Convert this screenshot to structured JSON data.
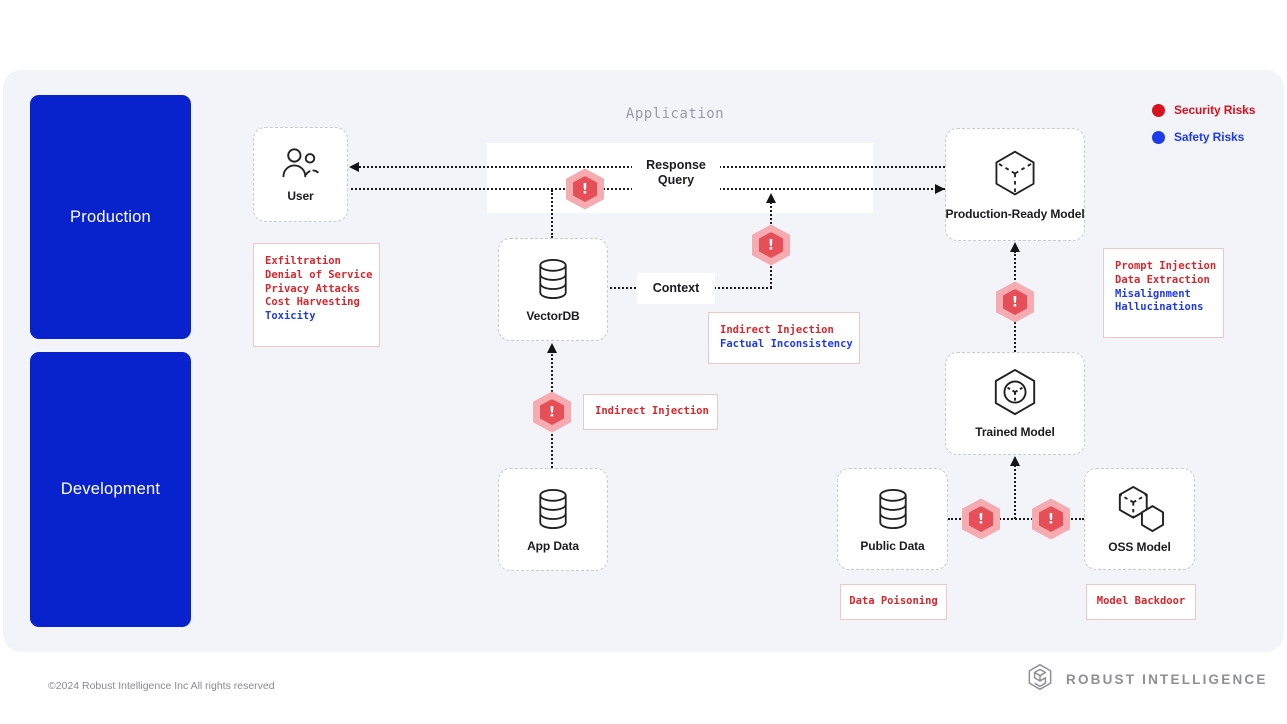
{
  "diagram_title": "Application",
  "legend": {
    "items": [
      {
        "label": "Security Risks",
        "type": "security",
        "color": "#d5121e"
      },
      {
        "label": "Safety Risks",
        "type": "safety",
        "color": "#1d3cec"
      }
    ]
  },
  "stages": {
    "production": {
      "label": "Production"
    },
    "development": {
      "label": "Development"
    }
  },
  "nodes": {
    "user": {
      "label": "User",
      "icon": "user-icon"
    },
    "vectordb": {
      "label": "VectorDB",
      "icon": "database-icon"
    },
    "app_data": {
      "label": "App Data",
      "icon": "database-icon"
    },
    "public_data": {
      "label": "Public Data",
      "icon": "database-icon"
    },
    "oss_model": {
      "label": "OSS Model",
      "icon": "cube-and-hexagon-icon"
    },
    "trained_model": {
      "label": "Trained Model",
      "icon": "hexagon-core-icon"
    },
    "production_ready_model": {
      "label": "Production-Ready Model",
      "icon": "cube-icon"
    }
  },
  "edges": {
    "response_label": "Response",
    "query_label": "Query",
    "context_label": "Context"
  },
  "risk_boxes": {
    "user_risks": [
      {
        "label": "Exfiltration",
        "type": "security"
      },
      {
        "label": "Denial of Service",
        "type": "security"
      },
      {
        "label": "Privacy Attacks",
        "type": "security"
      },
      {
        "label": "Cost Harvesting",
        "type": "security"
      },
      {
        "label": "Toxicity",
        "type": "safety"
      }
    ],
    "context_risks": [
      {
        "label": "Indirect Injection",
        "type": "security"
      },
      {
        "label": "Factual Inconsistency",
        "type": "safety"
      }
    ],
    "app_data_risks": [
      {
        "label": "Indirect Injection",
        "type": "security"
      }
    ],
    "production_model_risks": [
      {
        "label": "Prompt Injection",
        "type": "security"
      },
      {
        "label": "Data Extraction",
        "type": "security"
      },
      {
        "label": "Misalignment",
        "type": "safety"
      },
      {
        "label": "Hallucinations",
        "type": "safety"
      }
    ],
    "public_data_risks": [
      {
        "label": "Data Poisoning",
        "type": "security"
      }
    ],
    "oss_model_risks": [
      {
        "label": "Model Backdoor",
        "type": "security"
      }
    ]
  },
  "colors": {
    "security_text": "#d7262c",
    "safety_text": "#1e3bea",
    "stage_panel": "#0823ce",
    "warning_inner": "#e74f58",
    "warning_outer": "#f5abb0",
    "canvas_bg": "#f3f4fa"
  },
  "footer": {
    "copyright": "©2024 Robust Intelligence Inc All rights reserved",
    "brand": "ROBUST INTELLIGENCE"
  }
}
